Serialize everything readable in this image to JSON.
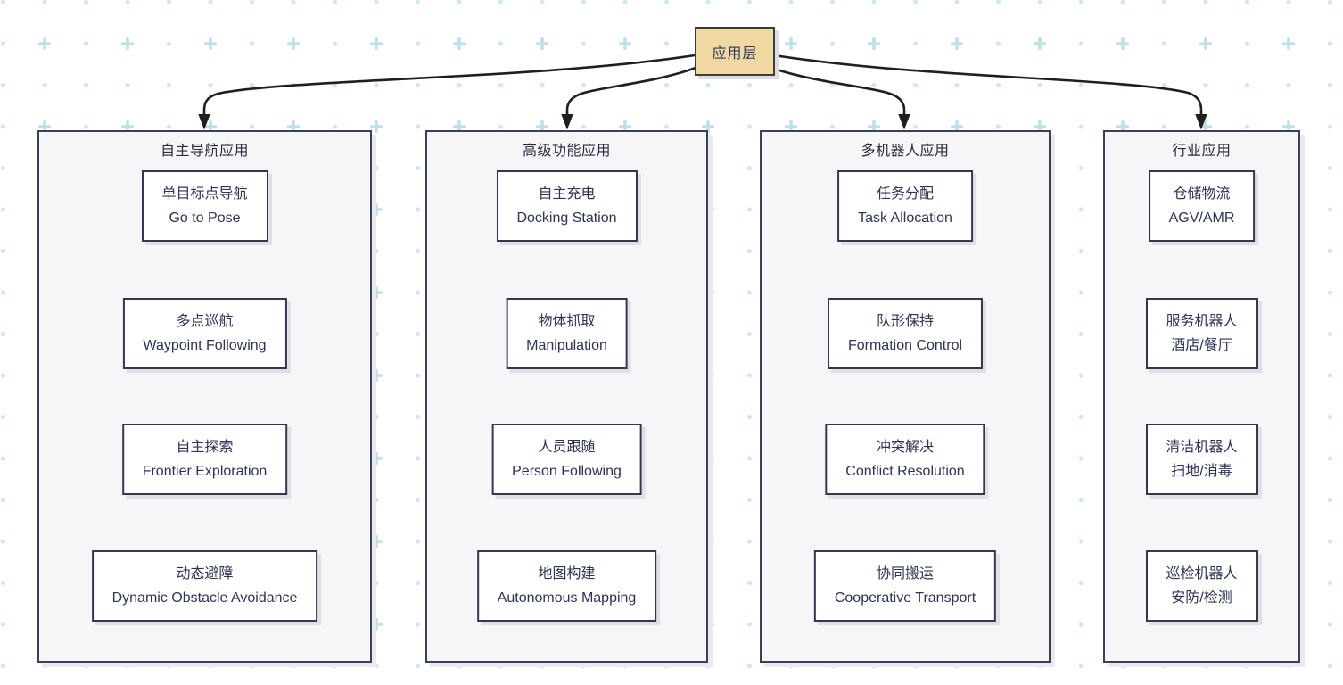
{
  "root": {
    "label": "应用层"
  },
  "groups": [
    {
      "title": "自主导航应用",
      "items": [
        {
          "zh": "单目标点导航",
          "en": "Go to Pose"
        },
        {
          "zh": "多点巡航",
          "en": "Waypoint Following"
        },
        {
          "zh": "自主探索",
          "en": "Frontier Exploration"
        },
        {
          "zh": "动态避障",
          "en": "Dynamic Obstacle Avoidance"
        }
      ]
    },
    {
      "title": "高级功能应用",
      "items": [
        {
          "zh": "自主充电",
          "en": "Docking Station"
        },
        {
          "zh": "物体抓取",
          "en": "Manipulation"
        },
        {
          "zh": "人员跟随",
          "en": "Person Following"
        },
        {
          "zh": "地图构建",
          "en": "Autonomous Mapping"
        }
      ]
    },
    {
      "title": "多机器人应用",
      "items": [
        {
          "zh": "任务分配",
          "en": "Task Allocation"
        },
        {
          "zh": "队形保持",
          "en": "Formation Control"
        },
        {
          "zh": "冲突解决",
          "en": "Conflict Resolution"
        },
        {
          "zh": "协同搬运",
          "en": "Cooperative Transport"
        }
      ]
    },
    {
      "title": "行业应用",
      "items": [
        {
          "zh": "仓储物流",
          "en": "AGV/AMR"
        },
        {
          "zh": "服务机器人",
          "en": "酒店/餐厅"
        },
        {
          "zh": "清洁机器人",
          "en": "扫地/消毒"
        },
        {
          "zh": "巡检机器人",
          "en": "安防/检测"
        }
      ]
    }
  ],
  "colors": {
    "root_fill": "#f0d8a2",
    "node_border": "#323850",
    "group_fill": "#f6f6f9",
    "text": "#2d3456",
    "arrow": "#1f1f1f",
    "pattern_dot": "#cde9ed",
    "pattern_plus": "#bfe0e6"
  }
}
